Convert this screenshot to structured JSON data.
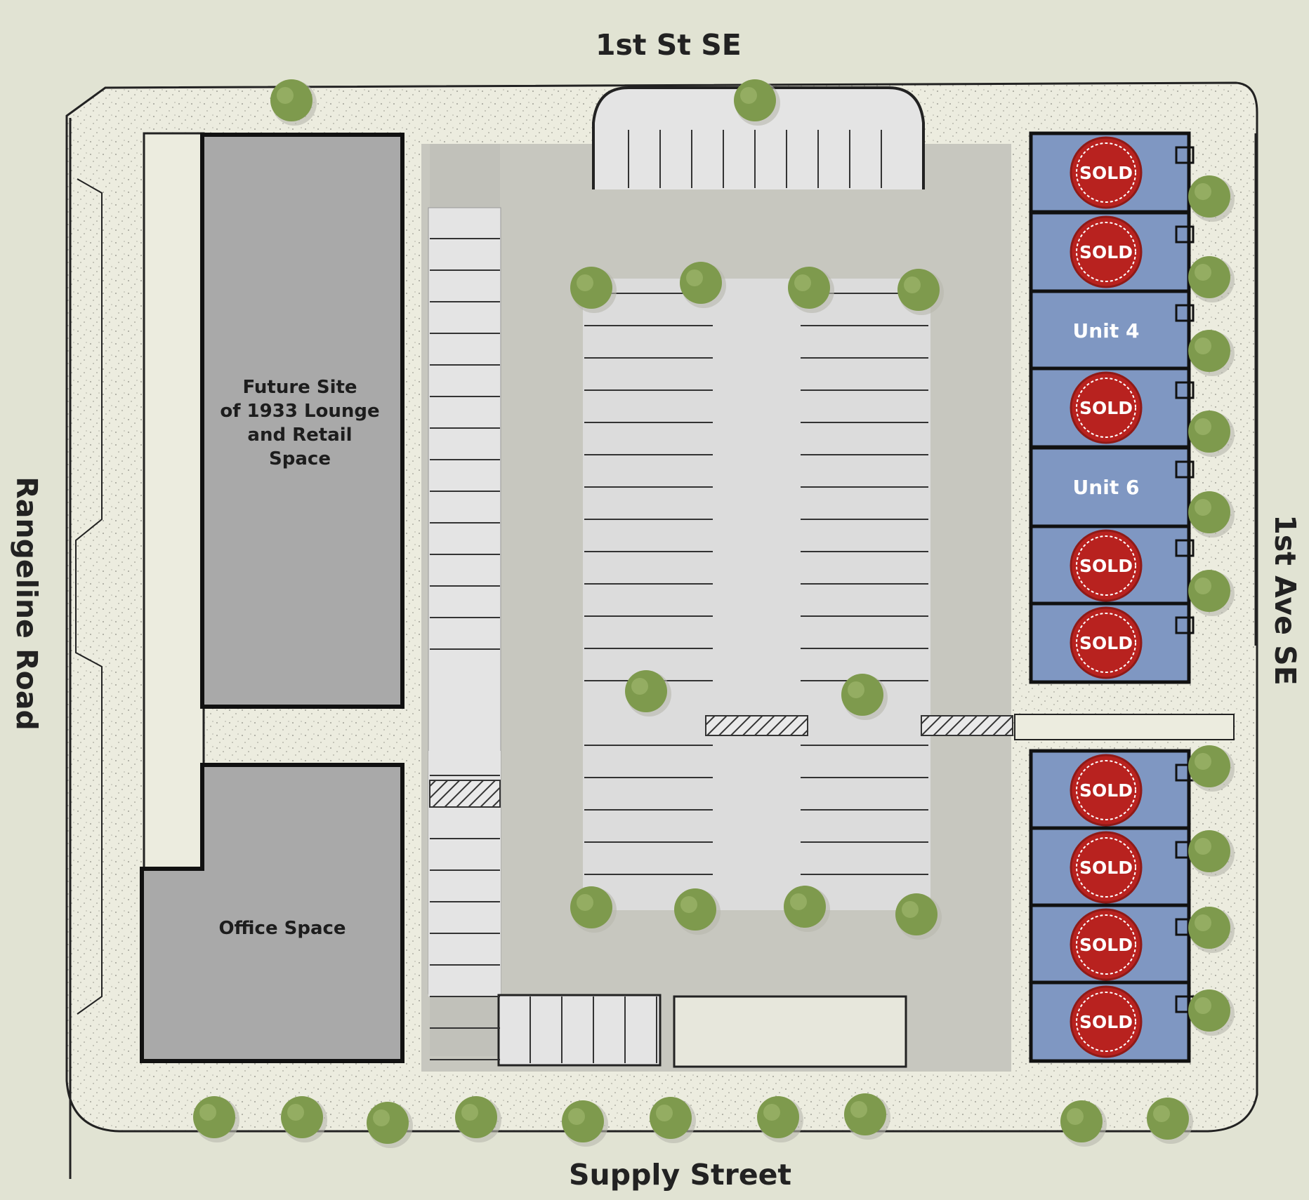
{
  "streets": {
    "north": "1st St SE",
    "south": "Supply Street",
    "west": "Rangeline Road",
    "east": "1st Ave SE"
  },
  "buildings": {
    "lounge": [
      "Future Site",
      "of 1933 Lounge",
      "and Retail",
      "Space"
    ],
    "office": "Office Space"
  },
  "sold_label": "SOLD",
  "units": [
    {
      "name": "unit-1",
      "status": "sold",
      "label": ""
    },
    {
      "name": "unit-2",
      "status": "sold",
      "label": ""
    },
    {
      "name": "unit-4",
      "status": "available",
      "label": "Unit 4"
    },
    {
      "name": "unit-5",
      "status": "sold",
      "label": ""
    },
    {
      "name": "unit-6",
      "status": "available",
      "label": "Unit 6"
    },
    {
      "name": "unit-7",
      "status": "sold",
      "label": ""
    },
    {
      "name": "unit-8",
      "status": "sold",
      "label": ""
    },
    {
      "name": "unit-9",
      "status": "sold",
      "label": ""
    },
    {
      "name": "unit-10",
      "status": "sold",
      "label": ""
    },
    {
      "name": "unit-11",
      "status": "sold",
      "label": ""
    },
    {
      "name": "unit-12",
      "status": "sold",
      "label": ""
    }
  ],
  "colors": {
    "background": "#e1e3d3",
    "sidewalk": "#ebebdf",
    "parking_lot": "#c9c9c2",
    "parking_stall": "#e4e4e4",
    "building": "#a9a9a9",
    "unit": "#7f97c2",
    "sold_badge": "#b8221f",
    "tree": "#7e9a4d"
  }
}
